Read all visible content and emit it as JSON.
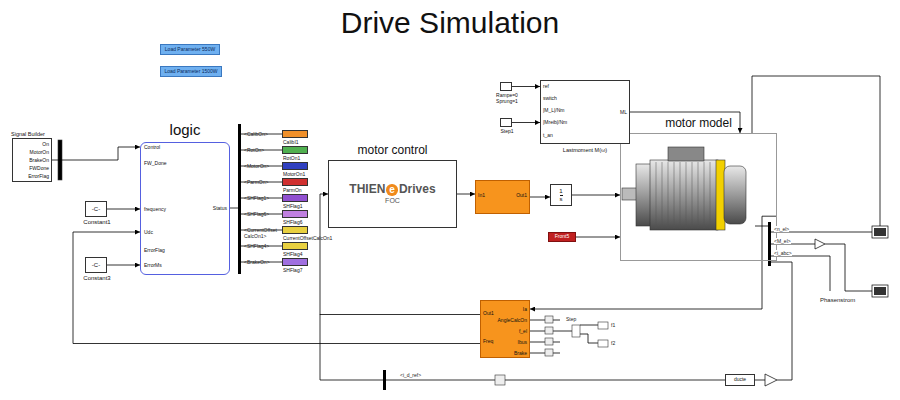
{
  "diagram": {
    "title": "Drive Simulation",
    "nodes": [
      {
        "text": [
          "Signal Builder",
          "On",
          "MotorOn",
          "BrakeOn",
          "FWDone",
          "ErrorFlag"
        ]
      },
      {
        "text": [
          "Load Parameter 550W"
        ]
      },
      {
        "text": [
          "Load Parameter 1500W"
        ]
      },
      {
        "text": [
          "logic",
          "Control",
          "FW_Done",
          "frequency",
          "Udc",
          "ErrorFlag",
          "ErrorMs",
          "Status"
        ]
      },
      {
        "text": [
          "-C-",
          "Constant1"
        ]
      },
      {
        "text": [
          "-C-",
          "Constant3"
        ]
      },
      {
        "text": [
          "CalibI1"
        ]
      },
      {
        "text": [
          "RotOn1"
        ]
      },
      {
        "text": [
          "MotorOn1"
        ]
      },
      {
        "text": [
          "ParmOn"
        ]
      },
      {
        "text": [
          "SHFlag1"
        ]
      },
      {
        "text": [
          "SHFlag6"
        ]
      },
      {
        "text": [
          "CurrentOffsetCalcOn1"
        ]
      },
      {
        "text": [
          "SHFlag4"
        ]
      },
      {
        "text": [
          "SHFlag7"
        ]
      },
      {
        "text": [
          "motor control",
          "THIEN",
          "e",
          "Drives",
          "FOC"
        ]
      },
      {
        "text": [
          "In1",
          "Out1"
        ]
      },
      {
        "text": [
          "1",
          "s"
        ]
      },
      {
        "text": [
          "motor model"
        ]
      },
      {
        "text": [
          "Lastmoment M(ω)",
          "ref",
          "switch",
          "|M_L|/Nm",
          "|Mreib|/Nm",
          "t_an",
          "ML"
        ]
      },
      {
        "text": [
          "Rampe=0 Sprung=1"
        ]
      },
      {
        "text": [
          "Step1"
        ]
      },
      {
        "text": [
          "Front5"
        ]
      },
      {
        "text": [
          "Out1",
          "Freq",
          "Ia",
          "AngleCalcOn",
          "f_el",
          "Ibus",
          "Brake"
        ]
      },
      {
        "text": [
          "ducte"
        ]
      }
    ],
    "edges": [
      {
        "from": 0,
        "to": 3,
        "arrow": "to"
      },
      {
        "from": 4,
        "to": 3,
        "arrow": "to"
      },
      {
        "from": 5,
        "to": 3,
        "arrow": "to"
      },
      {
        "from": 15,
        "to": 16,
        "arrow": "to"
      },
      {
        "from": 16,
        "to": 17,
        "arrow": "to"
      },
      {
        "from": 17,
        "to": 18,
        "arrow": "to"
      },
      {
        "from": 22,
        "to": 18,
        "arrow": "to"
      },
      {
        "from": 19,
        "to": 18,
        "arrow": "to"
      },
      {
        "from": 20,
        "to": 19,
        "arrow": "to"
      },
      {
        "from": 21,
        "to": 19,
        "arrow": "to"
      },
      {
        "from": 23,
        "to": 15,
        "arrow": "to"
      },
      {
        "from": 23,
        "to": 3,
        "arrow": "to"
      },
      {
        "from": 18,
        "to": 23,
        "arrow": "to"
      }
    ],
    "labels": [
      "<CalibOn>",
      "<RotOn>",
      "<MotorOn>",
      "<ParmOn>",
      "<SHFlag1>",
      "<SHFlag6>",
      "<CurrentOffsetCalcOn1>",
      "<SHFlag4>",
      "<BrakeOn>",
      "Step",
      "f1",
      "f2",
      "<n_el>",
      "<M_el>",
      "<i_abc>",
      "Phasenstrom",
      "<i_d_ref>"
    ]
  }
}
